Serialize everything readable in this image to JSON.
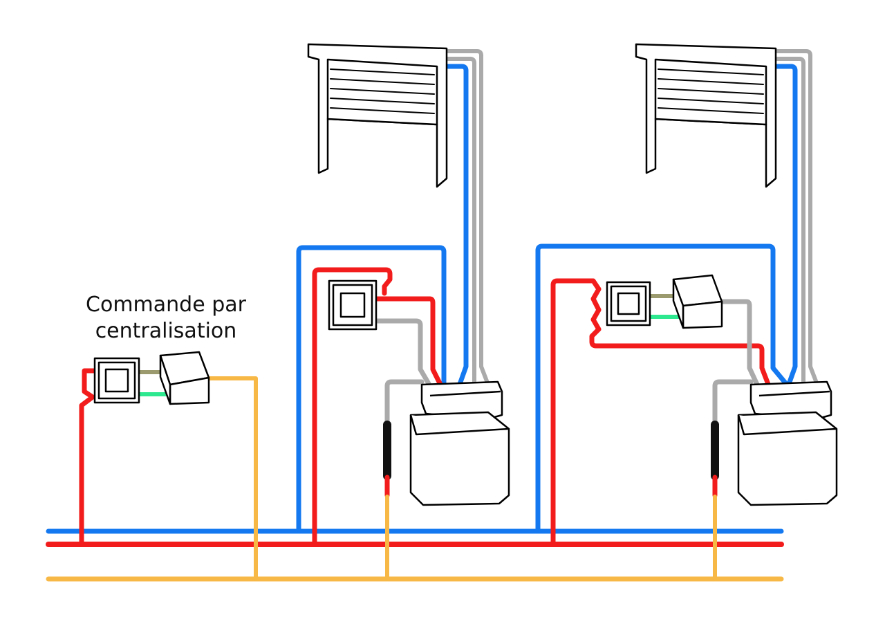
{
  "caption": {
    "line1": "Commande par",
    "line2": "centralisation"
  },
  "colors": {
    "neutral": "#1479f0",
    "phase": "#f21c1c",
    "control": "#f7b845",
    "cable": "#aaaaaa",
    "aux_olive": "#9a9a6e",
    "aux_green": "#2ee88f",
    "fuse": "#111111"
  },
  "components": {
    "central_switch": "double-square-switch",
    "shutter_1": "roller-shutter",
    "shutter_2": "roller-shutter",
    "motor_box_1": "junction-box",
    "motor_box_2": "junction-box"
  }
}
